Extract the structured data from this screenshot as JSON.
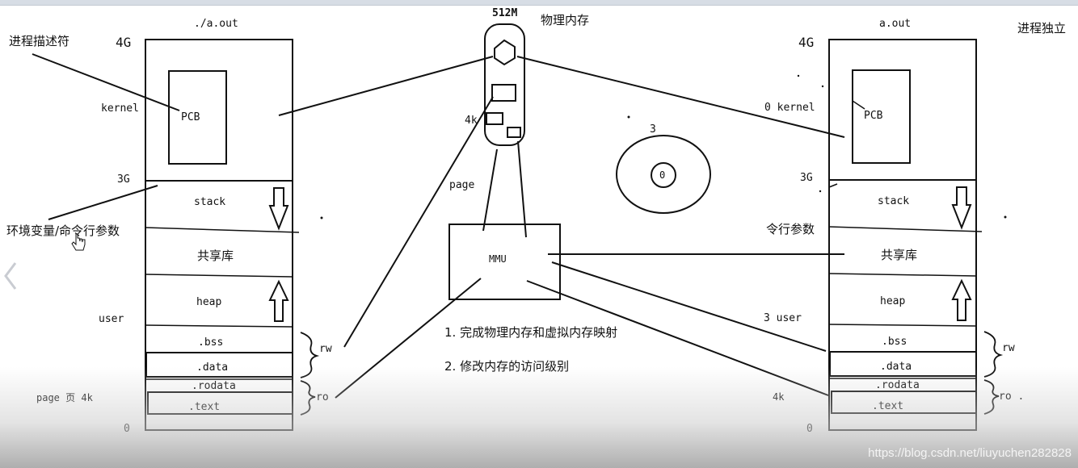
{
  "left": {
    "title": "./a.out",
    "labels": {
      "g4": "4G",
      "kernel": "kernel",
      "g3": "3G",
      "user": "user",
      "page_size": "page 页 4k",
      "zero": "0"
    },
    "pcb": "PCB",
    "segments": {
      "stack": "stack",
      "shared": "共享库",
      "heap": "heap",
      "bss": ".bss",
      "data": ".data",
      "rodata": ".rodata",
      "text": ".text"
    },
    "annotations": {
      "process_desc": "进程描述符",
      "env_args": "环境变量/命令行参数"
    },
    "brackets": {
      "rw": "rw",
      "ro": "ro"
    }
  },
  "right": {
    "title": "a.out",
    "labels": {
      "g4": "4G",
      "kernel": "0 kernel",
      "g3": "3G",
      "user": "3 user",
      "page_size": "4k",
      "zero": "0"
    },
    "pcb": "PCB",
    "segments": {
      "stack": "stack",
      "shared": "共享库",
      "heap": "heap",
      "bss": ".bss",
      "data": ".data",
      "rodata": ".rodata",
      "text": ".text"
    },
    "annotations": {
      "process_indep": "进程独立",
      "args": "令行参数"
    },
    "brackets": {
      "rw": "rw",
      "ro": "ro ."
    }
  },
  "center": {
    "mem_size": "512M",
    "mem_label": "物理内存",
    "size_4k": "4k",
    "page_label": "page",
    "mmu": "MMU",
    "ring_outer": "3",
    "ring_inner": "0",
    "notes": [
      "1.  完成物理内存和虚拟内存映射",
      "2.  修改内存的访问级别"
    ]
  },
  "watermark": "https://blog.csdn.net/liuyuchen282828"
}
